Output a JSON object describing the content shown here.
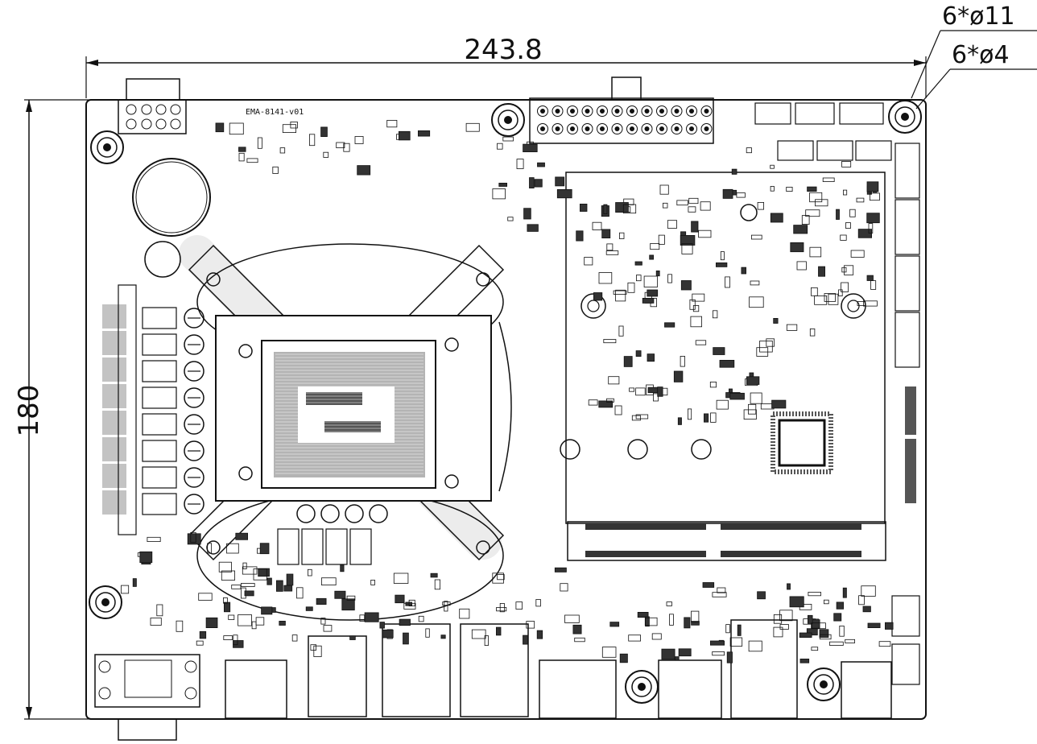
{
  "drawing": {
    "width_dimension": "243.8",
    "height_dimension": "180",
    "callouts": [
      "6*ø11",
      "6*ø4"
    ],
    "board_label": "EMA-8141-v01"
  }
}
